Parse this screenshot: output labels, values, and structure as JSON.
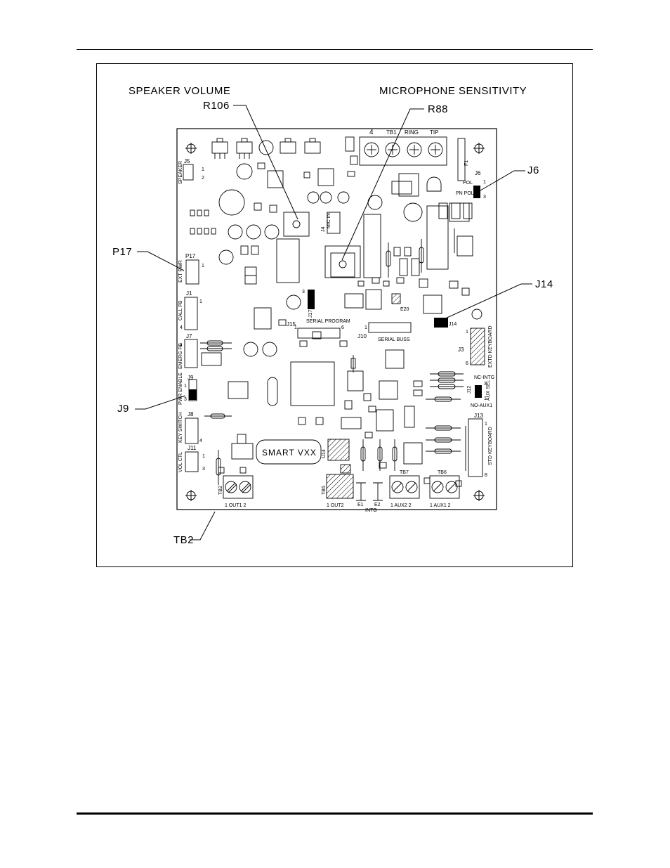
{
  "callouts": {
    "speaker_volume": "SPEAKER VOLUME",
    "microphone_sensitivity": "MICROPHONE SENSITIVITY",
    "r106": "R106",
    "r88": "R88",
    "j6": "J6",
    "p17": "P17",
    "j14": "J14",
    "j9": "J9",
    "tb2": "TB2"
  },
  "board": {
    "center_label": "SMART VXX",
    "terminal_top": {
      "n4": "4",
      "tb1": "TB1",
      "ring": "RING",
      "tip": "TIP"
    },
    "connectors": {
      "j5": "J5",
      "speaker": "SPEAKER",
      "p17": "P17",
      "ext_pwr": "EXT PWR",
      "j1": "J1",
      "call_pb": "CALL PB",
      "j7": "J7",
      "emerg_pb": "EMERG PB",
      "j9": "J9",
      "pwr_enable": "PWR ENABLE",
      "j8": "J8",
      "key_switch": "KEY SWITCH",
      "j11": "J11",
      "vol_ctl": "VOL CTL",
      "j4": "J4",
      "mic_in": "MIC IN",
      "j6": "J6",
      "pn_pol": "PN POL",
      "pol": "POL",
      "f1": "F1",
      "j15": "J15",
      "serial_program": "SERIAL PROGRAM",
      "j10": "J10",
      "serial_buss": "SERIAL BUSS",
      "j14": "J14",
      "e20": "E20",
      "j3": "J3",
      "extd_keyboard": "EXTD KEYBOARD",
      "j12": "J12",
      "nc_intg": "NC-INTG",
      "no_aux1": "NO-AUX1",
      "aux_sel": "AUX SEL",
      "j13": "J13",
      "std_keyboard": "STD KEYBOARD",
      "u14": "U14",
      "j17": "J17"
    },
    "terminals": {
      "tb2": "TB2",
      "out1": "1 OUT1 2",
      "tb5": "TB5",
      "out2": "1 OUT2",
      "e1": "E1",
      "e2": "E2",
      "intg": "INTG",
      "tb7": "TB7",
      "aux2": "1 AUX2 2",
      "tb6": "TB6",
      "aux1": "1 AUX1 2"
    },
    "pins": {
      "p1": "1",
      "p2": "2",
      "p3": "3",
      "p4": "4",
      "p6": "6",
      "p8": "8"
    }
  }
}
